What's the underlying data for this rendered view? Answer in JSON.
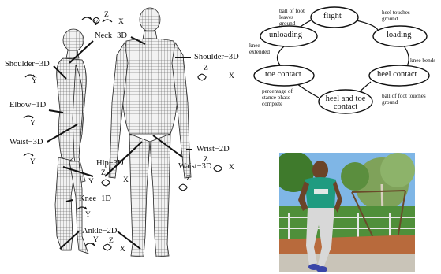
{
  "figure_left": {
    "joint_labels": {
      "neck": "Neck−3D",
      "shoulder_left": "Shoulder−3D",
      "shoulder_right": "Shoulder−3D",
      "elbow": "Elbow−1D",
      "waist_left": "Waist−3D",
      "waist_right": "Waist−3D",
      "wrist": "Wrist−2D",
      "hip": "Hip−3D",
      "knee": "Knee−1D",
      "ankle": "Ankle−2D"
    },
    "axes": {
      "x": "X",
      "y": "Y",
      "z": "Z"
    }
  },
  "gait_cycle": {
    "nodes": [
      "flight",
      "loading",
      "heel contact",
      "heel and toe contact",
      "toe contact",
      "unloading"
    ],
    "annotations": {
      "ball_leaves": "ball of foot leaves ground",
      "heel_touches": "heel touches ground",
      "knee_bends": "knee bends",
      "ball_touches": "ball of foot touches ground",
      "stance_complete": "percentage of stance phase complete",
      "knee_extended": "knee extended"
    }
  },
  "colors": {
    "sky": "#7fb6e6",
    "shirt": "#1f9b80",
    "pants": "#d8d8d8",
    "grass": "#4f8f3a",
    "path": "#b86a3c"
  }
}
